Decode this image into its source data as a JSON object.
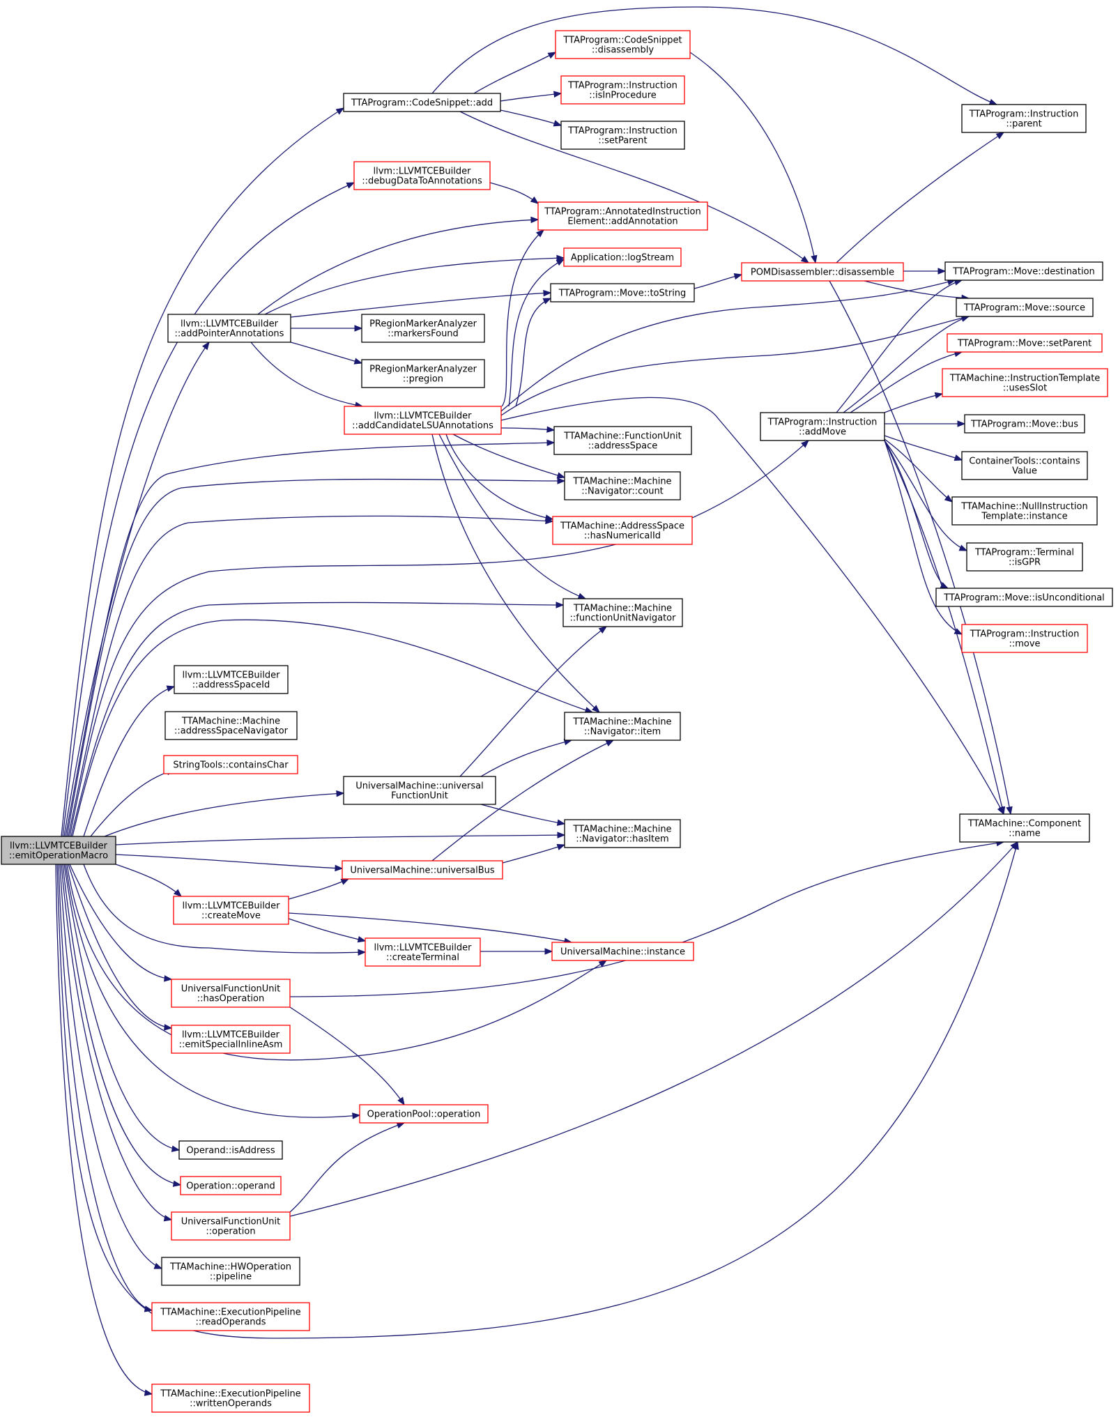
{
  "graph": {
    "edge_color": "#191970",
    "node_border_default": "#000000",
    "node_border_incomplete": "#ff0000",
    "root_fill": "#bfbfbf",
    "nodes": [
      {
        "id": "root",
        "lines": [
          "llvm::LLVMTCEBuilder",
          "::emitOperationMacro"
        ],
        "style": "root"
      },
      {
        "id": "cs_add",
        "lines": [
          "TTAProgram::CodeSnippet::add"
        ],
        "style": "black"
      },
      {
        "id": "cs_disasm",
        "lines": [
          "TTAProgram::CodeSnippet",
          "::disassembly"
        ],
        "style": "red"
      },
      {
        "id": "ins_inproc",
        "lines": [
          "TTAProgram::Instruction",
          "::isInProcedure"
        ],
        "style": "red"
      },
      {
        "id": "ins_setparent",
        "lines": [
          "TTAProgram::Instruction",
          "::setParent"
        ],
        "style": "black"
      },
      {
        "id": "ins_parent",
        "lines": [
          "TTAProgram::Instruction",
          "::parent"
        ],
        "style": "black"
      },
      {
        "id": "debugdata",
        "lines": [
          "llvm::LLVMTCEBuilder",
          "::debugDataToAnnotations"
        ],
        "style": "red"
      },
      {
        "id": "addannot",
        "lines": [
          "TTAProgram::AnnotatedInstruction",
          "Element::addAnnotation"
        ],
        "style": "red"
      },
      {
        "id": "logstream",
        "lines": [
          "Application::logStream"
        ],
        "style": "red"
      },
      {
        "id": "pom",
        "lines": [
          "POMDisassembler::disassemble"
        ],
        "style": "red"
      },
      {
        "id": "mv_dest",
        "lines": [
          "TTAProgram::Move::destination"
        ],
        "style": "black"
      },
      {
        "id": "mv_tostring",
        "lines": [
          "TTAProgram::Move::toString"
        ],
        "style": "black"
      },
      {
        "id": "addptr",
        "lines": [
          "llvm::LLVMTCEBuilder",
          "::addPointerAnnotations"
        ],
        "style": "black"
      },
      {
        "id": "markers",
        "lines": [
          "PRegionMarkerAnalyzer",
          "::markersFound"
        ],
        "style": "black"
      },
      {
        "id": "mv_source",
        "lines": [
          "TTAProgram::Move::source"
        ],
        "style": "black"
      },
      {
        "id": "mv_setparent",
        "lines": [
          "TTAProgram::Move::setParent"
        ],
        "style": "red"
      },
      {
        "id": "pregion",
        "lines": [
          "PRegionMarkerAnalyzer",
          "::pregion"
        ],
        "style": "black"
      },
      {
        "id": "usesslot",
        "lines": [
          "TTAMachine::InstructionTemplate",
          "::usesSlot"
        ],
        "style": "red"
      },
      {
        "id": "addcand",
        "lines": [
          "llvm::LLVMTCEBuilder",
          "::addCandidateLSUAnnotations"
        ],
        "style": "red"
      },
      {
        "id": "ins_addmove",
        "lines": [
          "TTAProgram::Instruction",
          "::addMove"
        ],
        "style": "black"
      },
      {
        "id": "mv_bus",
        "lines": [
          "TTAProgram::Move::bus"
        ],
        "style": "black"
      },
      {
        "id": "fu_addrspace",
        "lines": [
          "TTAMachine::FunctionUnit",
          "::addressSpace"
        ],
        "style": "black"
      },
      {
        "id": "contains",
        "lines": [
          "ContainerTools::contains",
          "Value"
        ],
        "style": "black"
      },
      {
        "id": "nav_count",
        "lines": [
          "TTAMachine::Machine",
          "::Navigator::count"
        ],
        "style": "black"
      },
      {
        "id": "nullinst",
        "lines": [
          "TTAMachine::NullInstruction",
          "Template::instance"
        ],
        "style": "black"
      },
      {
        "id": "hasnumid",
        "lines": [
          "TTAMachine::AddressSpace",
          "::hasNumericalId"
        ],
        "style": "red"
      },
      {
        "id": "isgpr",
        "lines": [
          "TTAProgram::Terminal",
          "::isGPR"
        ],
        "style": "black"
      },
      {
        "id": "isuncond",
        "lines": [
          "TTAProgram::Move::isUnconditional"
        ],
        "style": "black"
      },
      {
        "id": "funav",
        "lines": [
          "TTAMachine::Machine",
          "::functionUnitNavigator"
        ],
        "style": "black"
      },
      {
        "id": "ins_move",
        "lines": [
          "TTAProgram::Instruction",
          "::move"
        ],
        "style": "red"
      },
      {
        "id": "addrspaceid",
        "lines": [
          "llvm::LLVMTCEBuilder",
          "::addressSpaceId"
        ],
        "style": "black"
      },
      {
        "id": "asnav",
        "lines": [
          "TTAMachine::Machine",
          "::addressSpaceNavigator"
        ],
        "style": "black"
      },
      {
        "id": "nav_item",
        "lines": [
          "TTAMachine::Machine",
          "::Navigator::item"
        ],
        "style": "black"
      },
      {
        "id": "containschar",
        "lines": [
          "StringTools::containsChar"
        ],
        "style": "red"
      },
      {
        "id": "univfu",
        "lines": [
          "UniversalMachine::universal",
          "FunctionUnit"
        ],
        "style": "black"
      },
      {
        "id": "comp_name",
        "lines": [
          "TTAMachine::Component",
          "::name"
        ],
        "style": "black"
      },
      {
        "id": "nav_hasitem",
        "lines": [
          "TTAMachine::Machine",
          "::Navigator::hasItem"
        ],
        "style": "black"
      },
      {
        "id": "univbus",
        "lines": [
          "UniversalMachine::universalBus"
        ],
        "style": "red"
      },
      {
        "id": "createmove",
        "lines": [
          "llvm::LLVMTCEBuilder",
          "::createMove"
        ],
        "style": "red"
      },
      {
        "id": "createterm",
        "lines": [
          "llvm::LLVMTCEBuilder",
          "::createTerminal"
        ],
        "style": "red"
      },
      {
        "id": "um_instance",
        "lines": [
          "UniversalMachine::instance"
        ],
        "style": "red"
      },
      {
        "id": "ufu_hasop",
        "lines": [
          "UniversalFunctionUnit",
          "::hasOperation"
        ],
        "style": "red"
      },
      {
        "id": "emitspecial",
        "lines": [
          "llvm::LLVMTCEBuilder",
          "::emitSpecialInlineAsm"
        ],
        "style": "red"
      },
      {
        "id": "oppool_op",
        "lines": [
          "OperationPool::operation"
        ],
        "style": "red"
      },
      {
        "id": "isaddress",
        "lines": [
          "Operand::isAddress"
        ],
        "style": "black"
      },
      {
        "id": "op_operand",
        "lines": [
          "Operation::operand"
        ],
        "style": "red"
      },
      {
        "id": "ufu_op",
        "lines": [
          "UniversalFunctionUnit",
          "::operation"
        ],
        "style": "red"
      },
      {
        "id": "hwop_pipe",
        "lines": [
          "TTAMachine::HWOperation",
          "::pipeline"
        ],
        "style": "black"
      },
      {
        "id": "readops",
        "lines": [
          "TTAMachine::ExecutionPipeline",
          "::readOperands"
        ],
        "style": "red"
      },
      {
        "id": "writtenops",
        "lines": [
          "TTAMachine::ExecutionPipeline",
          "::writtenOperands"
        ],
        "style": "red"
      }
    ]
  }
}
